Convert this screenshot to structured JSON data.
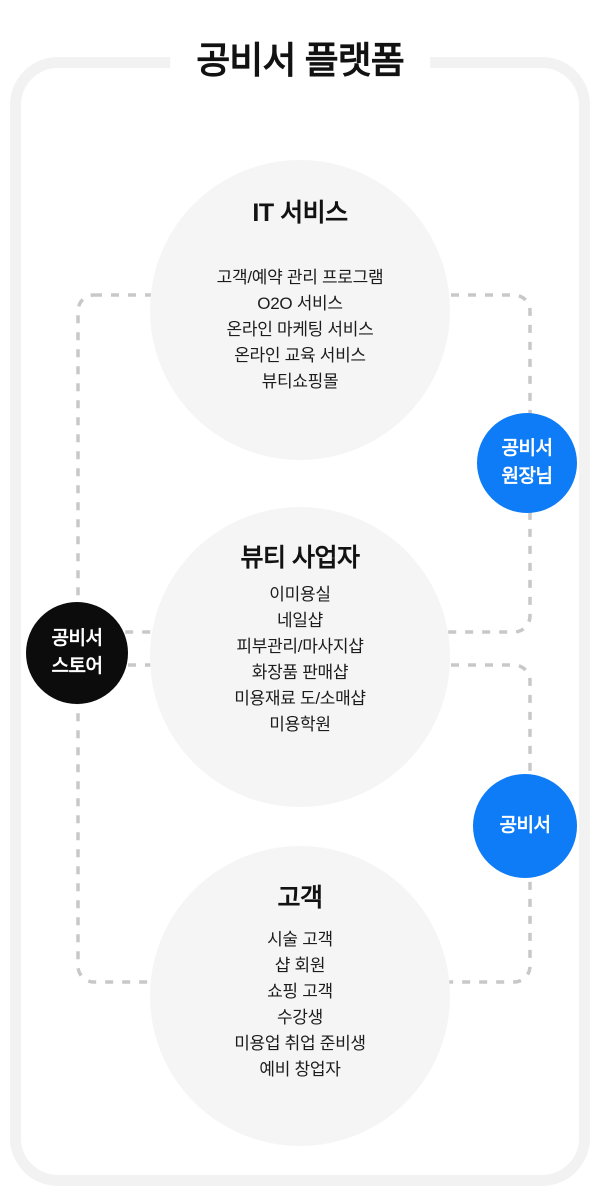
{
  "title": "공비서 플랫폼",
  "circles": {
    "it": {
      "title": "IT 서비스",
      "items": [
        "고객/예약 관리 프로그램",
        "O2O 서비스",
        "온라인 마케팅 서비스",
        "온라인 교육 서비스",
        "뷰티쇼핑몰"
      ]
    },
    "business": {
      "title": "뷰티 사업자",
      "items": [
        "이미용실",
        "네일샵",
        "피부관리/마사지샵",
        "화장품 판매샵",
        "미용재료 도/소매샵",
        "미용학원"
      ]
    },
    "customer": {
      "title": "고객",
      "items": [
        "시술 고객",
        "샵 회원",
        "쇼핑 고객",
        "수강생",
        "미용업 취업 준비생",
        "예비 창업자"
      ]
    }
  },
  "nodes": {
    "owner": {
      "line1": "공비서",
      "line2": "원장님"
    },
    "store": {
      "line1": "공비서",
      "line2": "스토어"
    },
    "app": {
      "line1": "공비서"
    }
  },
  "colors": {
    "accent_blue": "#0d7cf6",
    "node_black": "#0c0c0c",
    "circle_gray": "#f5f5f6",
    "frame_gray": "#f2f2f3",
    "dash_gray": "#c8c8c8",
    "text_dark": "#1c1c1c"
  }
}
